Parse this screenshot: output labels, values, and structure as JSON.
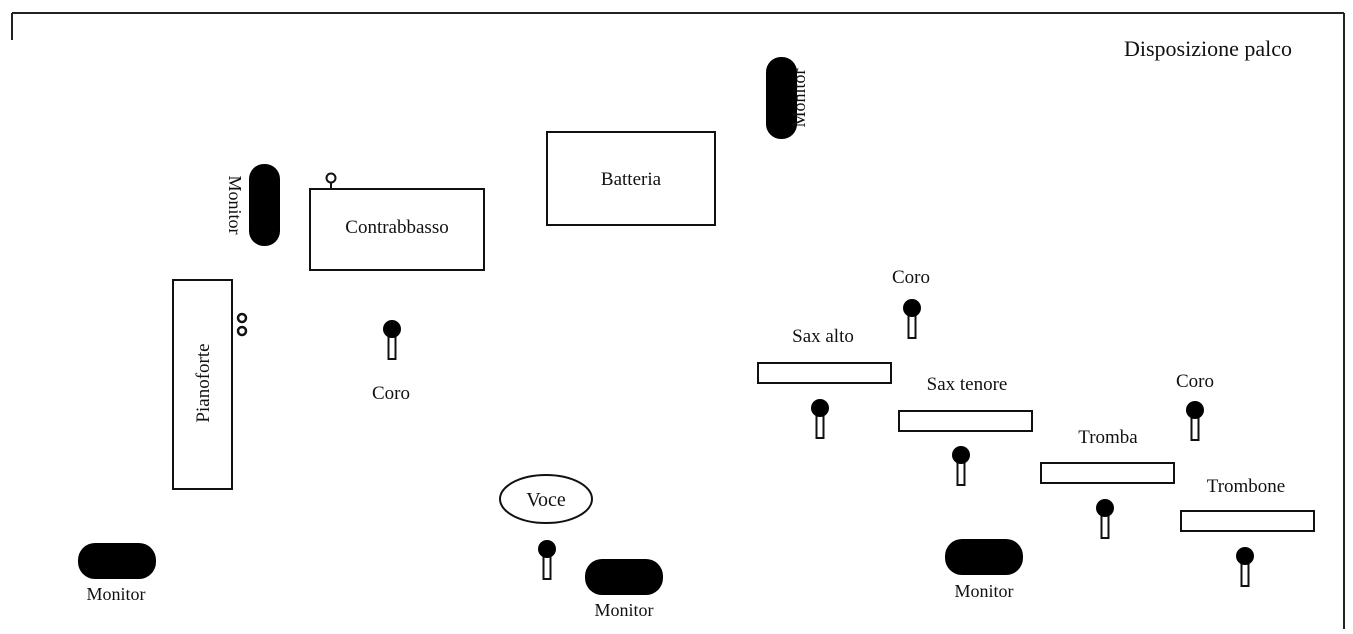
{
  "diagram": {
    "title": "Disposizione palco",
    "instruments": {
      "batteria": "Batteria",
      "contrabbasso": "Contrabbasso",
      "pianoforte": "Pianoforte",
      "sax_alto": "Sax alto",
      "sax_tenore": "Sax tenore",
      "tromba": "Tromba",
      "trombone": "Trombone",
      "voce": "Voce"
    },
    "labels": {
      "coro": "Coro",
      "monitor": "Monitor"
    }
  }
}
